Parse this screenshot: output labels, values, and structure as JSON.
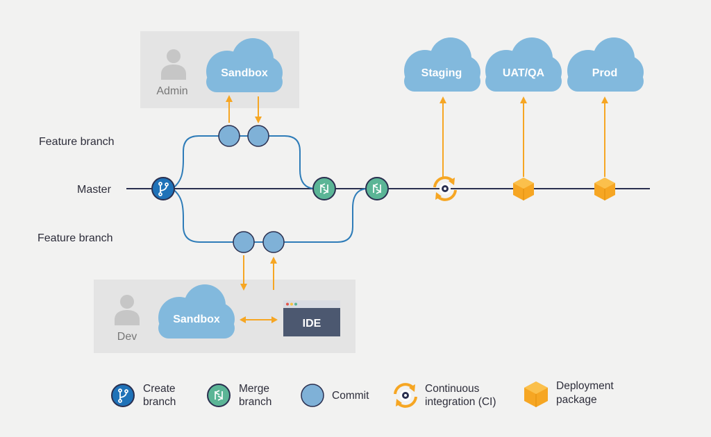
{
  "labels": {
    "feature_branch_top": "Feature branch",
    "master": "Master",
    "feature_branch_bottom": "Feature branch"
  },
  "admin_box": {
    "person": "Admin",
    "cloud": "Sandbox"
  },
  "dev_box": {
    "person": "Dev",
    "cloud": "Sandbox",
    "ide": "IDE"
  },
  "environments": [
    "Staging",
    "UAT/QA",
    "Prod"
  ],
  "legend": {
    "create_branch": [
      "Create",
      "branch"
    ],
    "merge_branch": [
      "Merge",
      "branch"
    ],
    "commit": [
      "Commit"
    ],
    "ci": [
      "Continuous",
      "integration (CI)"
    ],
    "deployment": [
      "Deployment",
      "package"
    ]
  },
  "colors": {
    "background": "#f2f2f1",
    "box": "#e4e4e4",
    "cloud": "#82b9dd",
    "master_line": "#2a2f4f",
    "branch_line": "#2e7cb8",
    "commit": "#7fb1d7",
    "create_branch": "#1f72b8",
    "merge_branch": "#5bb596",
    "accent": "#f6a623",
    "ide": "#4c5870"
  }
}
